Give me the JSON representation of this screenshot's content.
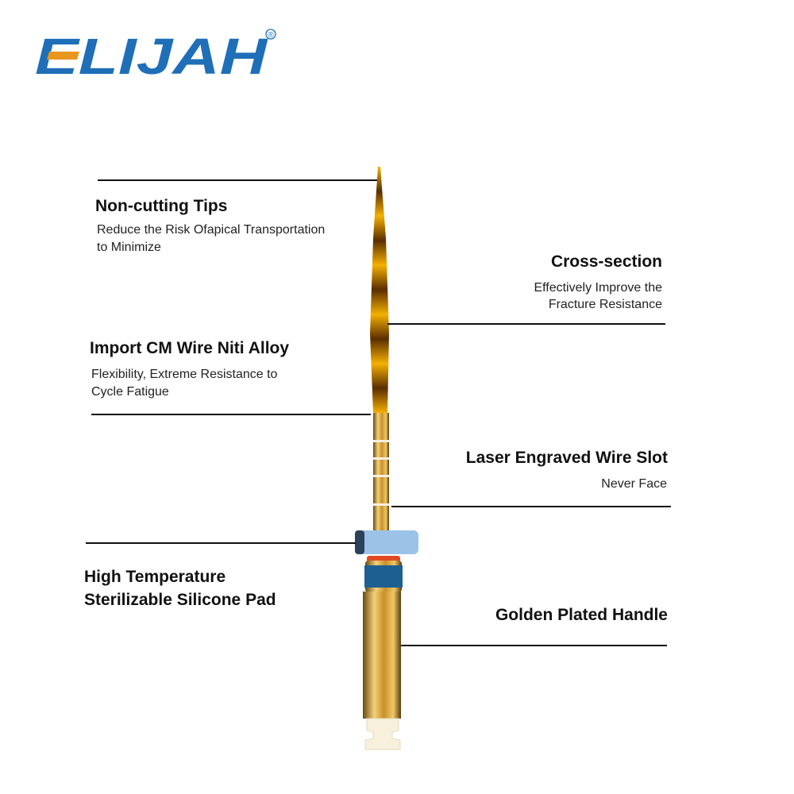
{
  "brand": {
    "name": "ELIJAH",
    "registered": "®",
    "colors": {
      "blue": "#1f6fb8",
      "orange": "#e8961e"
    }
  },
  "callouts": [
    {
      "title": "Non-cutting Tips",
      "desc": [
        "Reduce the Risk Ofapical Transportation",
        "to Minimize"
      ]
    },
    {
      "title": "Cross-section",
      "desc": [
        "Effectively Improve the",
        "Fracture Resistance"
      ]
    },
    {
      "title": "Import CM Wire Niti Alloy",
      "desc": [
        "Flexibility, Extreme Resistance to",
        "Cycle Fatigue"
      ]
    },
    {
      "title": "Laser Engraved Wire Slot",
      "desc": [
        "Never Face"
      ]
    },
    {
      "title": "High Temperature",
      "desc": [
        "Sterilizable Silicone Pad"
      ]
    },
    {
      "title": "Golden Plated Handle",
      "desc": []
    }
  ]
}
